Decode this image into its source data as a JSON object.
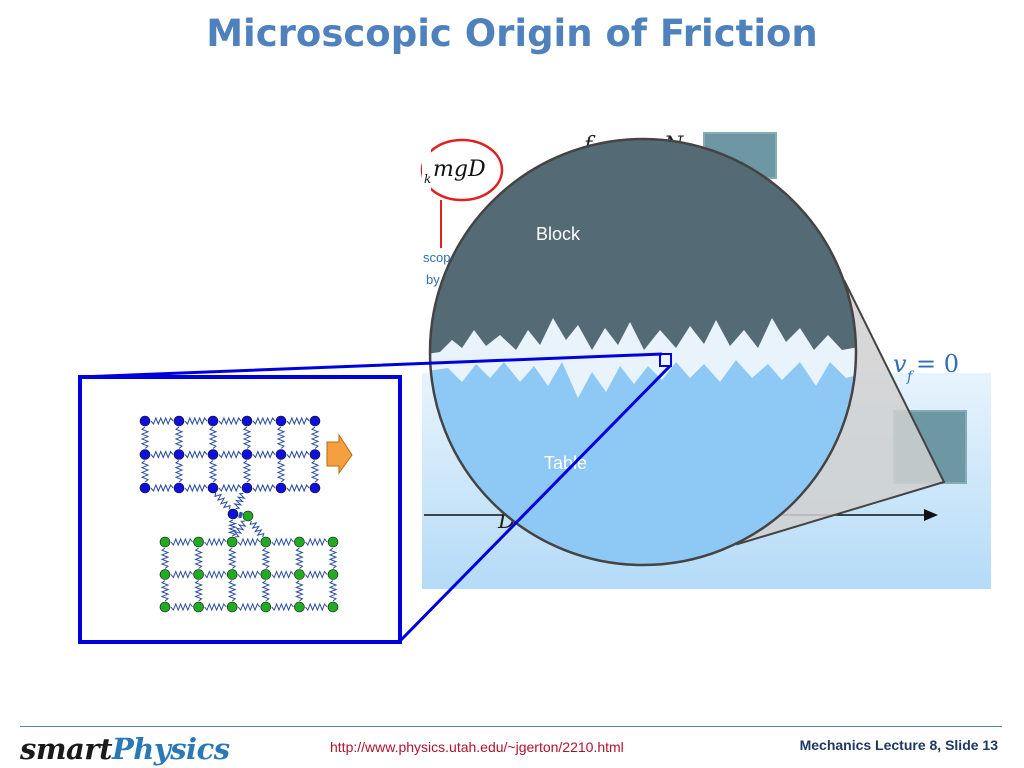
{
  "slide": {
    "title": "Microscopic Origin of Friction"
  },
  "figure": {
    "equation_partial": "mgD",
    "equation_subscript": "k",
    "annotation_line1": "scop",
    "annotation_line2": "by",
    "top_equation_f": "f",
    "top_equation_n": "N",
    "vf_var": "v",
    "vf_sub": "f",
    "vf_eq": " = 0",
    "distance_label": "D",
    "block_label": "Block",
    "table_label": "Table"
  },
  "footer": {
    "logo_smart": "smart",
    "logo_physics": "Physics",
    "url": "http://www.physics.utah.edu/~jgerton/2210.html",
    "slide_info": "Mechanics Lecture 8, Slide 13"
  },
  "colors": {
    "title": "#4f81bd",
    "block": "#546a74",
    "table": "#8ec9f5",
    "frame": "#0000dd",
    "atoms_top": "#1010dd",
    "atoms_bottom": "#22aa22",
    "arrow": "#f5a040"
  }
}
